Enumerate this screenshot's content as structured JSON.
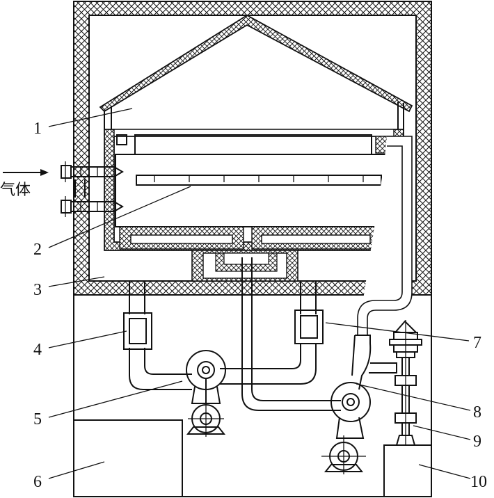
{
  "labels": {
    "l1": "1",
    "l2": "2",
    "l3": "3",
    "l4": "4",
    "l5": "5",
    "l6": "6",
    "l7": "7",
    "l8": "8",
    "l9": "9",
    "l10": "10",
    "gas": "气体"
  }
}
